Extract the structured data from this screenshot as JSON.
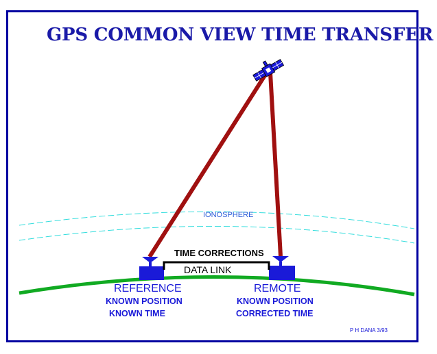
{
  "title": "GPS COMMON VIEW TIME TRANSFER",
  "ionosphere_label": "IONOSPHERE",
  "time_corrections_label": "TIME CORRECTIONS",
  "data_link_label": "DATA LINK",
  "reference": {
    "name": "REFERENCE",
    "line1": "KNOWN POSITION",
    "line2": "KNOWN TIME"
  },
  "remote": {
    "name": "REMOTE",
    "line1": "KNOWN POSITION",
    "line2": "CORRECTED TIME"
  },
  "credit": "P H DANA 3/93",
  "colors": {
    "frame": "#0000a0",
    "title": "#1a1aa8",
    "signal_path": "#a01010",
    "earth": "#11aa22",
    "ionosphere": "#33dddd",
    "station": "#1a1ad8"
  },
  "icons": {
    "satellite": "gps-satellite-icon",
    "antenna": "antenna-icon",
    "receiver": "receiver-box-icon"
  }
}
